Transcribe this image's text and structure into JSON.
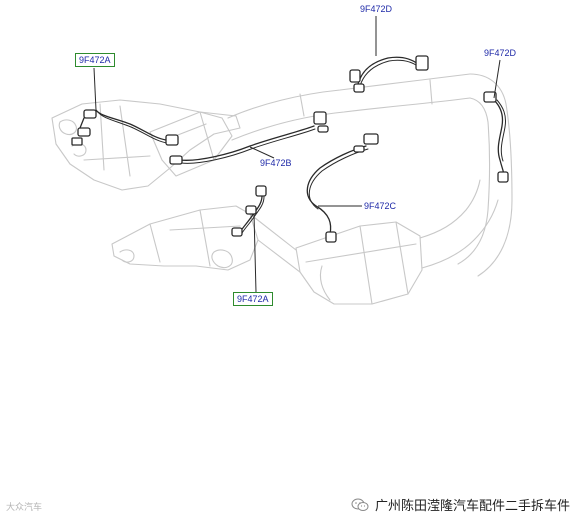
{
  "callouts": {
    "a_top": "9F472A",
    "a_bottom": "9F472A",
    "b": "9F472B",
    "c": "9F472C",
    "d_top": "9F472D",
    "d_right": "9F472D"
  },
  "footer": {
    "left_watermark": "大众汽车",
    "right_watermark": "广州陈田滢隆汽车配件二手拆车件"
  },
  "colors": {
    "callout_text": "#1f2aa8",
    "callout_box": "#2e8b2e",
    "part_outline": "#c8c8c8",
    "sensor_wire": "#2a2a2a"
  }
}
